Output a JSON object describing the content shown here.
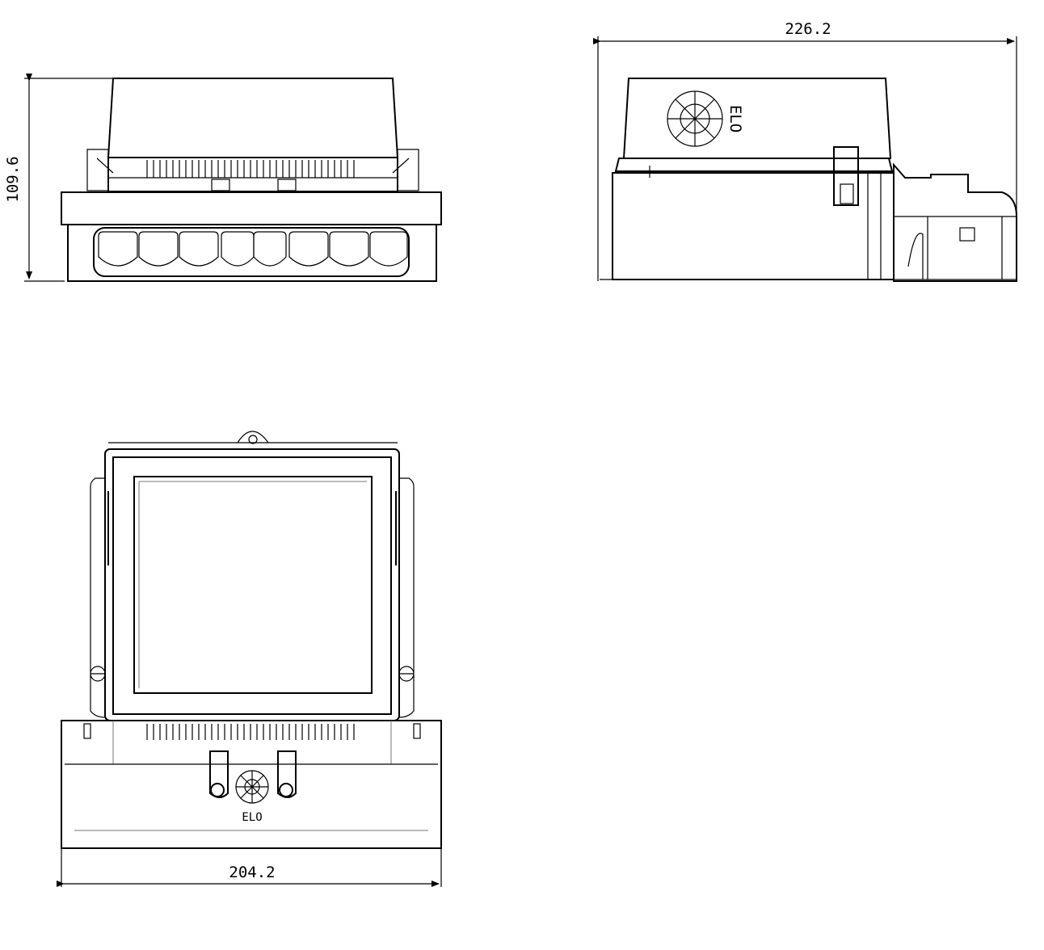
{
  "dimensions": {
    "front_height": "109.6",
    "side_length": "226.2",
    "top_width": "204.2"
  },
  "logo_text": "ELO"
}
